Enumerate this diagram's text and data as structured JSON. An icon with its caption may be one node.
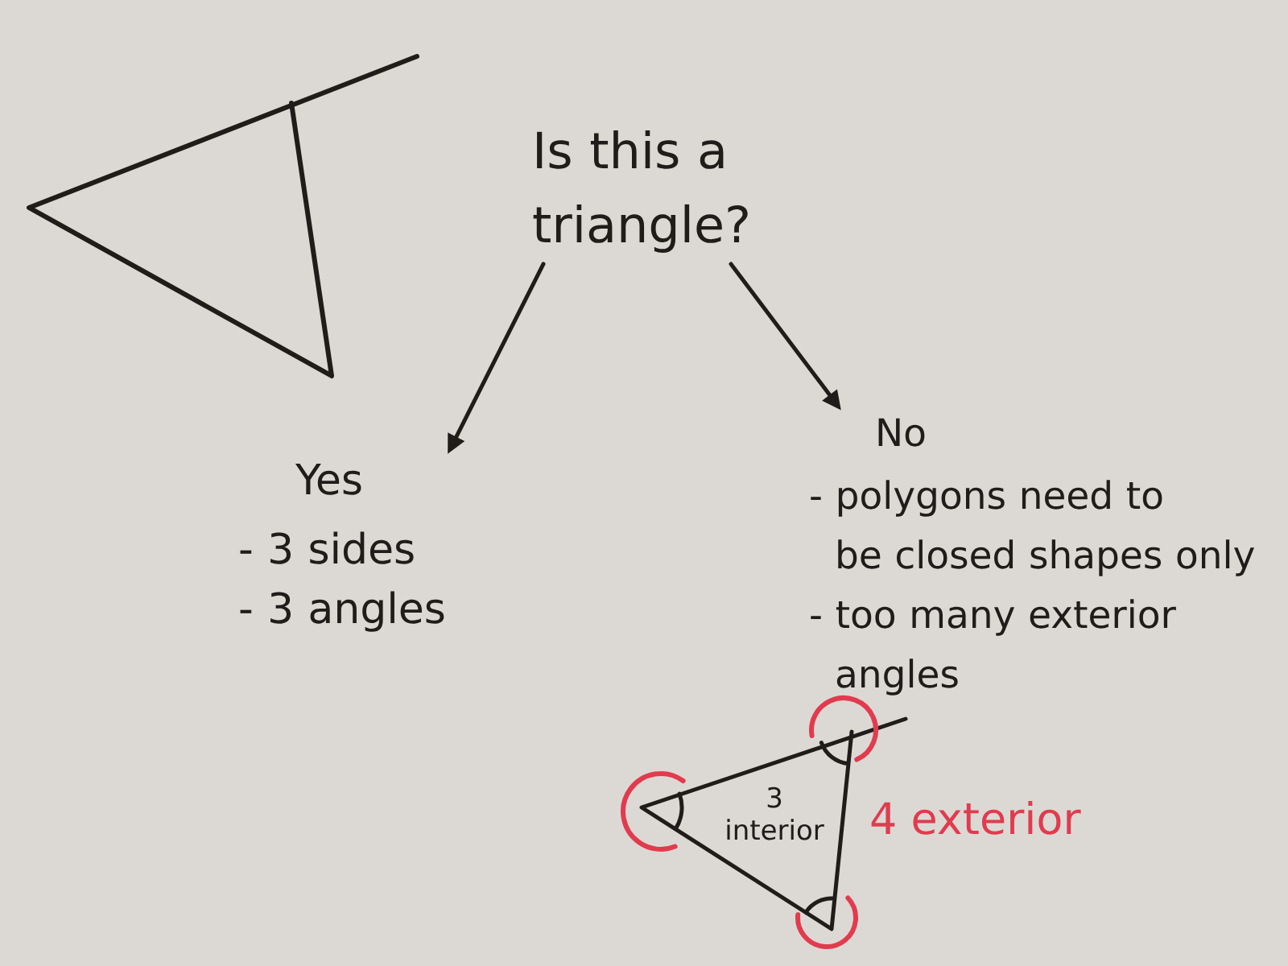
{
  "diagram": {
    "nodes": [
      {
        "text": [
          "Is this a triangle?"
        ]
      },
      {
        "text": [
          "Yes",
          "- 3 sides",
          "- 3 angles"
        ]
      },
      {
        "text": [
          "No",
          "- polygons need to be closed shapes only",
          "- too many exterior angles"
        ]
      },
      {
        "text": [
          "3 interior"
        ],
        "beside": [
          "4 exterior"
        ]
      }
    ],
    "edges": [
      {
        "from": 0,
        "to": 1,
        "arrow": "to"
      },
      {
        "from": 0,
        "to": 2,
        "arrow": "to"
      }
    ]
  }
}
